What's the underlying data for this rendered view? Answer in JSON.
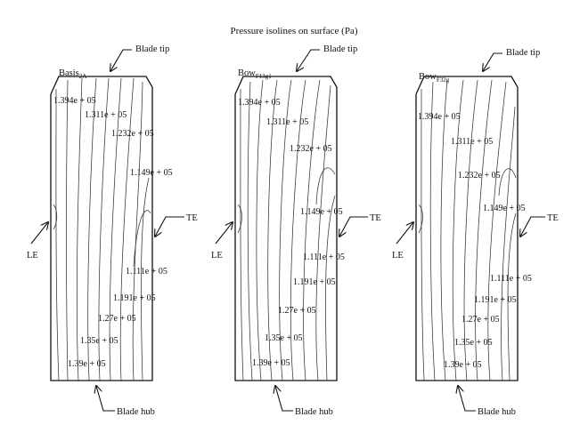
{
  "title": "Pressure isolines on surface (Pa)",
  "labels": {
    "blade_tip": "Blade tip",
    "blade_hub": "Blade hub",
    "le": "LE",
    "te": "TE"
  },
  "panels": [
    {
      "name_main": "Basis",
      "name_sub": "2A",
      "isolines": [
        "1.394e + 05",
        "1.311e + 05",
        "1.232e + 05",
        "1.149e + 05",
        "1.111e + 05",
        "1.191e + 05",
        "1.27e + 05",
        "1.35e + 05",
        "1.39e + 05"
      ]
    },
    {
      "name_main": "Bow",
      "name_sub": "F13g1",
      "isolines": [
        "1.394e + 05",
        "1.311e + 05",
        "1.232e + 05",
        "1.149e + 05",
        "1.111e + 05",
        "1.191e + 05",
        "1.27e + 05",
        "1.35e + 05",
        "1.39e + 05"
      ]
    },
    {
      "name_main": "Bow",
      "name_sub": "F32g",
      "isolines": [
        "1.394e + 05",
        "1.311e + 05",
        "1.232e + 05",
        "1.149e + 05",
        "1.111e + 05",
        "1.191e + 05",
        "1.27e + 05",
        "1.35e + 05",
        "1.39e + 05"
      ]
    }
  ]
}
